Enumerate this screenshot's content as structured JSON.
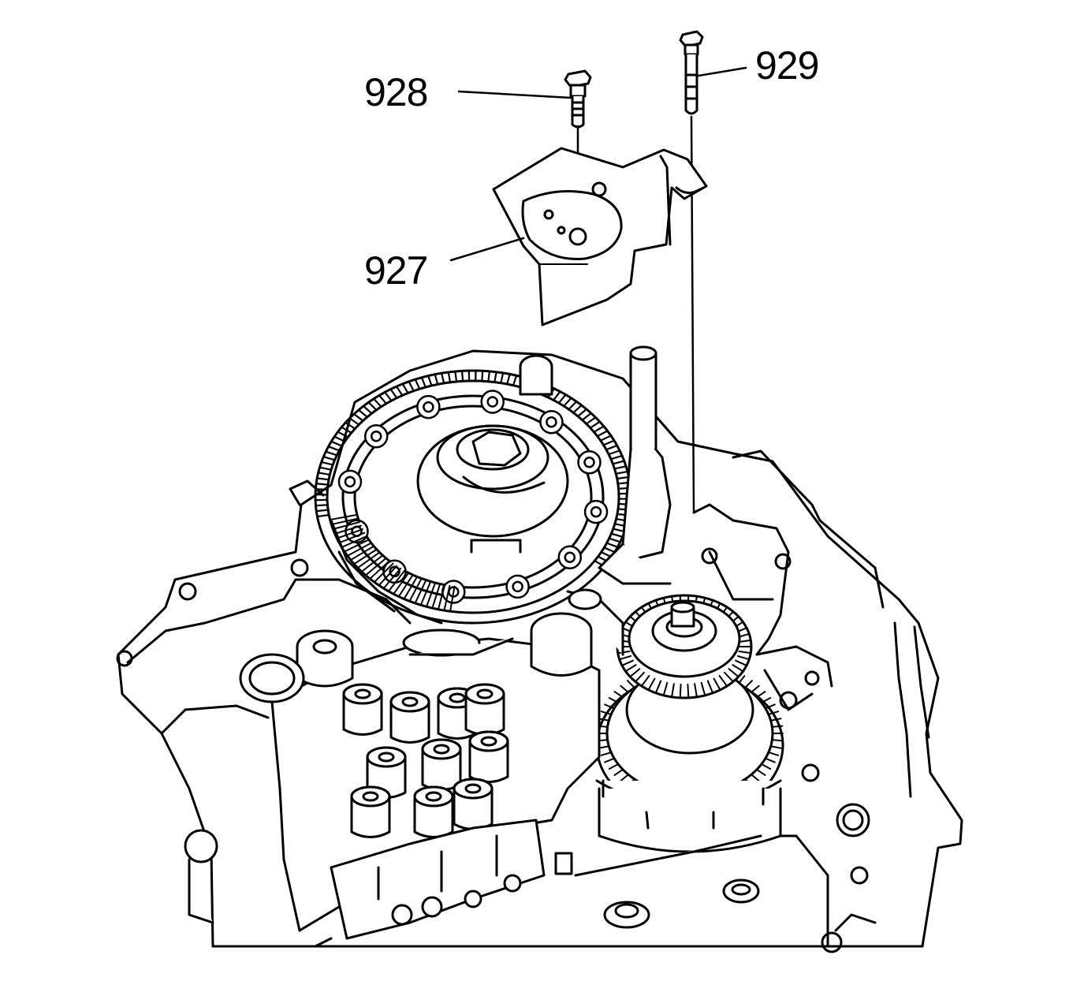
{
  "callouts": {
    "part_927": "927",
    "part_928": "928",
    "part_929": "929"
  },
  "colors": {
    "line": "#000000",
    "background": "#ffffff"
  }
}
